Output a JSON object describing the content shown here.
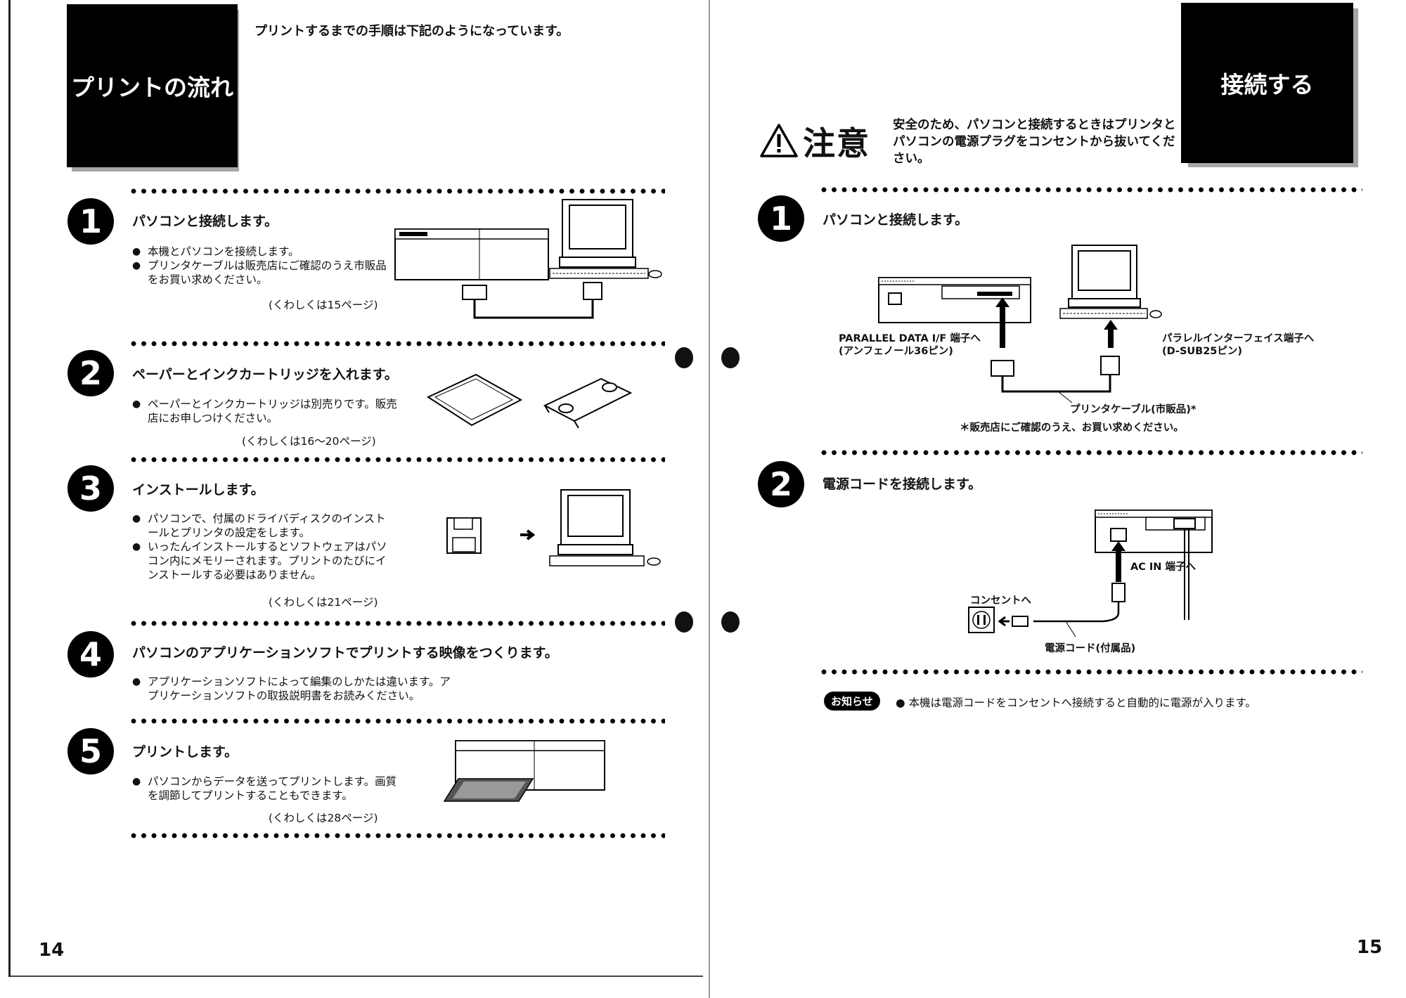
{
  "left_page": {
    "title": "プリントの流れ",
    "intro": "プリントするまでの手順は下記のようになっています。",
    "page_number": "14",
    "steps": [
      {
        "number": "1",
        "heading": "パソコンと接続します。",
        "bullets": [
          "本機とパソコンを接続します。",
          "プリンタケーブルは販売店にご確認のうえ市販品をお買い求めください。"
        ],
        "ref": "(くわしくは15ページ)"
      },
      {
        "number": "2",
        "heading": "ペーパーとインクカートリッジを入れます。",
        "bullets": [
          "ペーパーとインクカートリッジは別売りです。販売店にお申しつけください。"
        ],
        "ref": "(くわしくは16〜20ページ)"
      },
      {
        "number": "3",
        "heading": "インストールします。",
        "bullets": [
          "パソコンで、付属のドライバディスクのインストールとプリンタの設定をします。",
          "いったんインストールするとソフトウェアはパソコン内にメモリーされます。プリントのたびにインストールする必要はありません。"
        ],
        "ref": "(くわしくは21ページ)"
      },
      {
        "number": "4",
        "heading": "パソコンのアプリケーションソフトでプリントする映像をつくります。",
        "bullets": [
          "アプリケーションソフトによって編集のしかたは違います。アプリケーションソフトの取扱説明書をお読みください。"
        ],
        "ref": ""
      },
      {
        "number": "5",
        "heading": "プリントします。",
        "bullets": [
          "パソコンからデータを送ってプリントします。画質を調節してプリントすることもできます。"
        ],
        "ref": "(くわしくは28ページ)"
      }
    ]
  },
  "right_page": {
    "title": "接続する",
    "caution_label": "注意",
    "caution_text": "安全のため、パソコンと接続するときはプリンタとパソコンの電源プラグをコンセントから抜いてください。",
    "page_number": "15",
    "step1": {
      "number": "1",
      "heading": "パソコンと接続します。",
      "label_parallel_port_1": "PARALLEL DATA I/F 端子へ",
      "label_parallel_port_2": "(アンフェノール36ピン)",
      "label_pc_port_1": "パラレルインターフェイス端子へ",
      "label_pc_port_2": "(D-SUB25ピン)",
      "label_cable": "プリンタケーブル(市販品)*",
      "footnote": "＊販売店にご確認のうえ、お買い求めください。"
    },
    "step2": {
      "number": "2",
      "heading": "電源コードを接続します。",
      "label_acin": "AC IN 端子へ",
      "label_outlet": "コンセントへ",
      "label_cord": "電源コード(付属品)"
    },
    "notice_badge": "お知らせ",
    "notice_text": "本機は電源コードをコンセントへ接続すると自動的に電源が入ります。"
  }
}
